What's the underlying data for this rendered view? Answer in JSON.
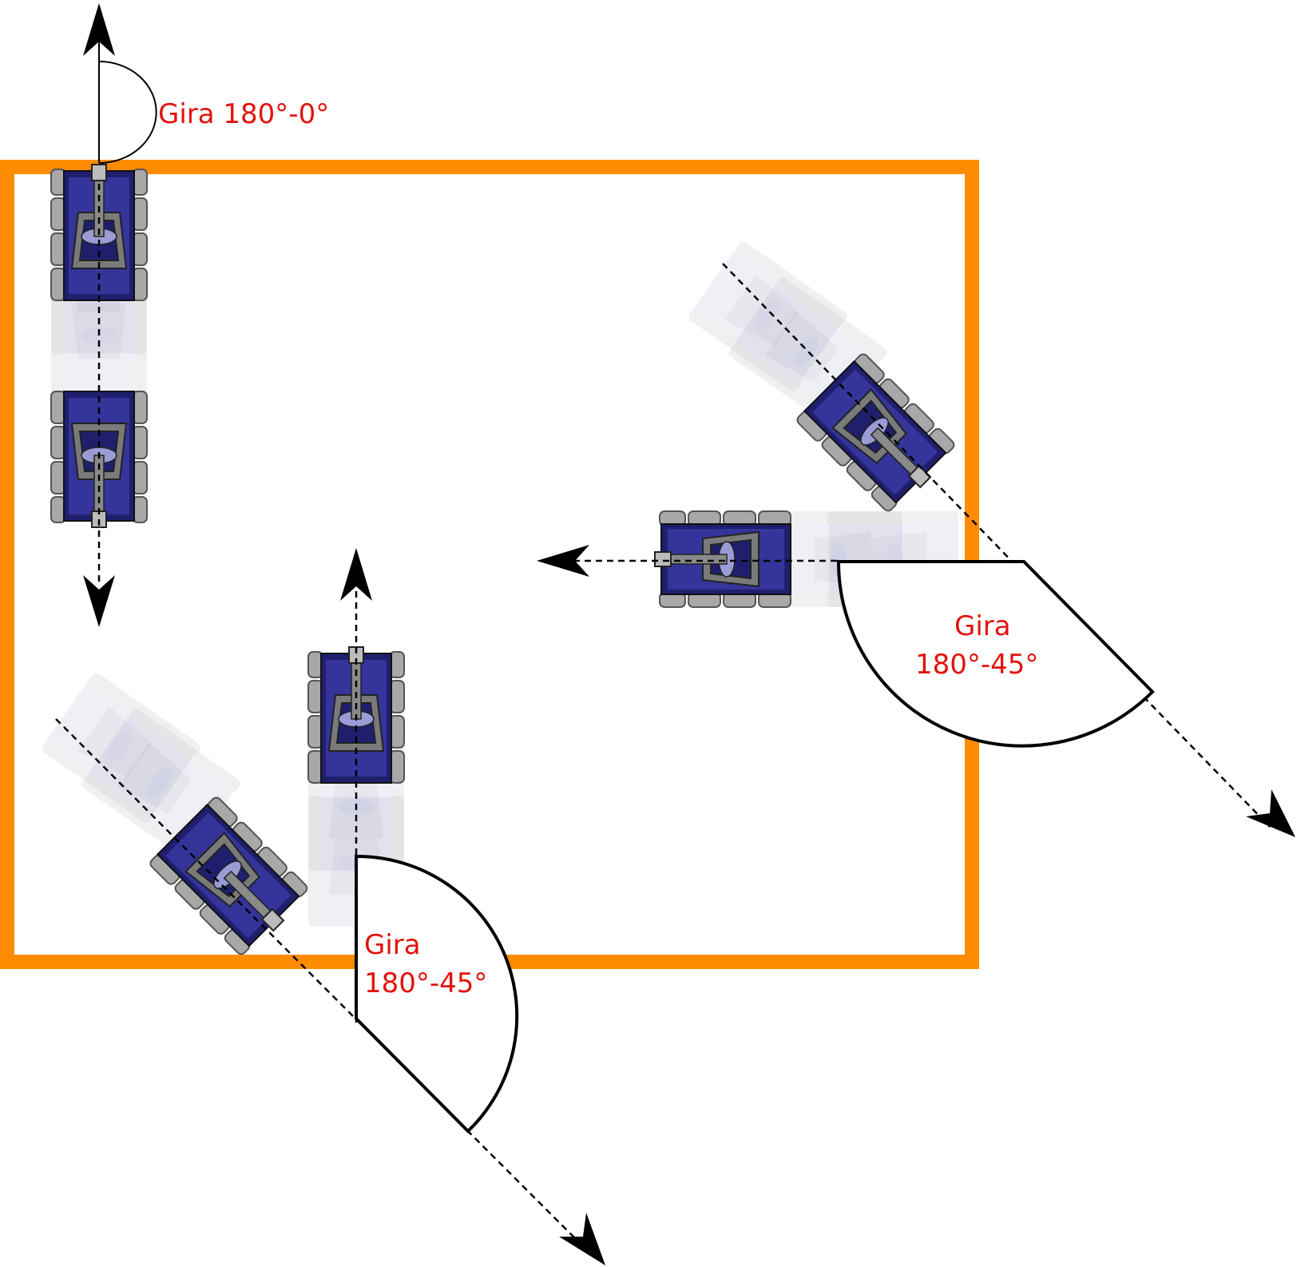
{
  "colors": {
    "arena_border": "#ff8c00",
    "label_text": "#e3120b",
    "tank_body": "#1f1f6e",
    "tank_armor": "#3a3aa0",
    "tank_detail": "#9b9bd6",
    "wheel": "#9a9a9a",
    "arrow": "#000000"
  },
  "labels": {
    "turn_top": "Gira 180°-0°",
    "turn_right_line1": "Gira",
    "turn_right_line2": "180°-45°",
    "turn_bottom_line1": "Gira",
    "turn_bottom_line2": "180°-45°"
  },
  "icons": [
    "tank-icon",
    "arrowhead-icon"
  ]
}
